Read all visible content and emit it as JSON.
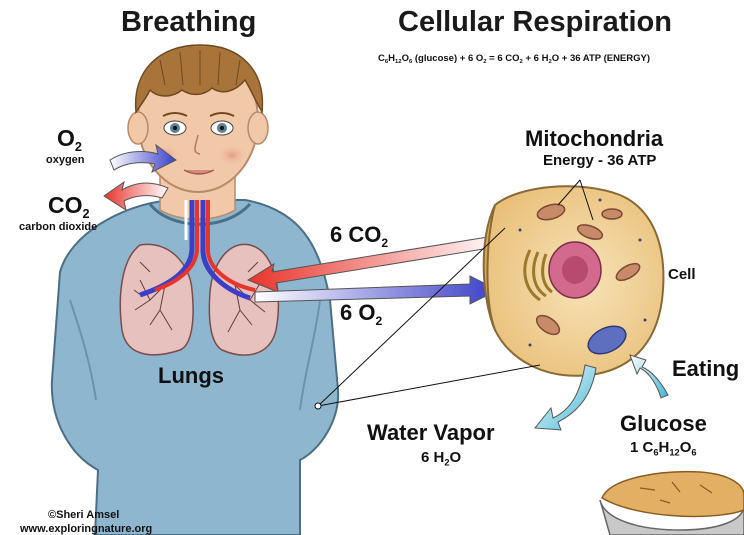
{
  "titles": {
    "breathing": "Breathing",
    "cellular_respiration": "Cellular Respiration"
  },
  "equation": {
    "glucose_part": "(glucose) + 6 O",
    "equals_part": " = 6 CO",
    "water_part": " + 6 H",
    "atp_part": "O + 36 ATP (ENERGY)"
  },
  "labels": {
    "o2": "O",
    "oxygen": "oxygen",
    "co2": "CO",
    "carbon_dioxide": "carbon dioxide",
    "six_co2": "6 CO",
    "six_o2": "6 O",
    "lungs": "Lungs",
    "mitochondria": "Mitochondria",
    "energy": "Energy - 36 ATP",
    "cell": "Cell",
    "eating": "Eating",
    "water_vapor": "Water Vapor",
    "six_h2o": "6 H",
    "glucose": "Glucose",
    "one_glucose": "1 C"
  },
  "credit": {
    "copyright": "©Sheri Amsel",
    "website": "www.exploringnature.org"
  },
  "colors": {
    "skin": "#f1c9a8",
    "hair": "#a8743a",
    "shirt": "#8fb6cf",
    "lungs": "#e6c1bd",
    "cell": "#f3d69a",
    "arrow_red": "#e8342b",
    "arrow_blue": "#3b3fc8",
    "arrow_teal": "#3fb6d6"
  }
}
